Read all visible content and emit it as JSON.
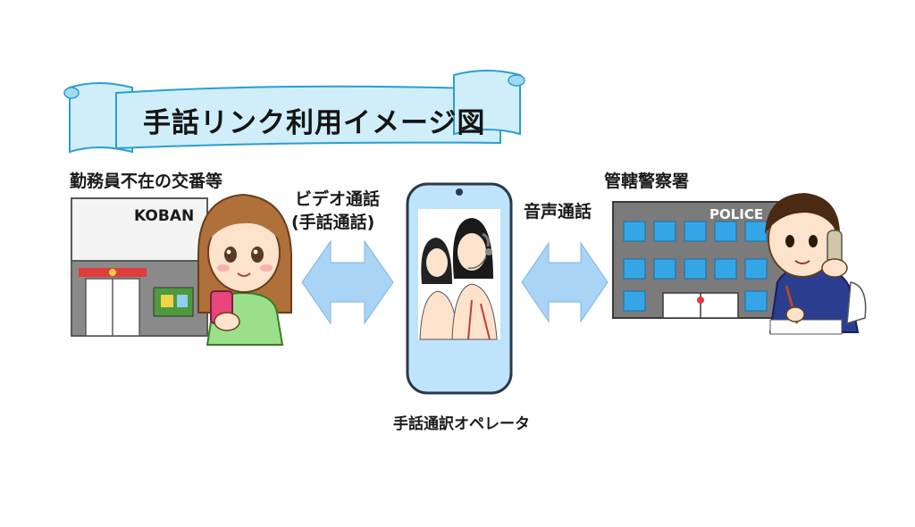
{
  "title": "手話リンク利用イメージ図",
  "labels": {
    "koban_area": "勤務員不在の交番等",
    "koban_sign": "KOBAN",
    "video_call_line1": "ビデオ通話",
    "video_call_line2": "(手話通話)",
    "voice_call": "音声通話",
    "police_station": "管轄警察署",
    "police_sign": "POLICE",
    "operator": "手話通訳オペレータ"
  },
  "colors": {
    "banner_fill": "#cfeef9",
    "banner_stroke": "#2a9fd0",
    "arrow_fill": "#a9d4f5",
    "phone_fill": "#bfe3fb",
    "building_gray": "#7b7b7b",
    "window_blue": "#34a6e8"
  }
}
